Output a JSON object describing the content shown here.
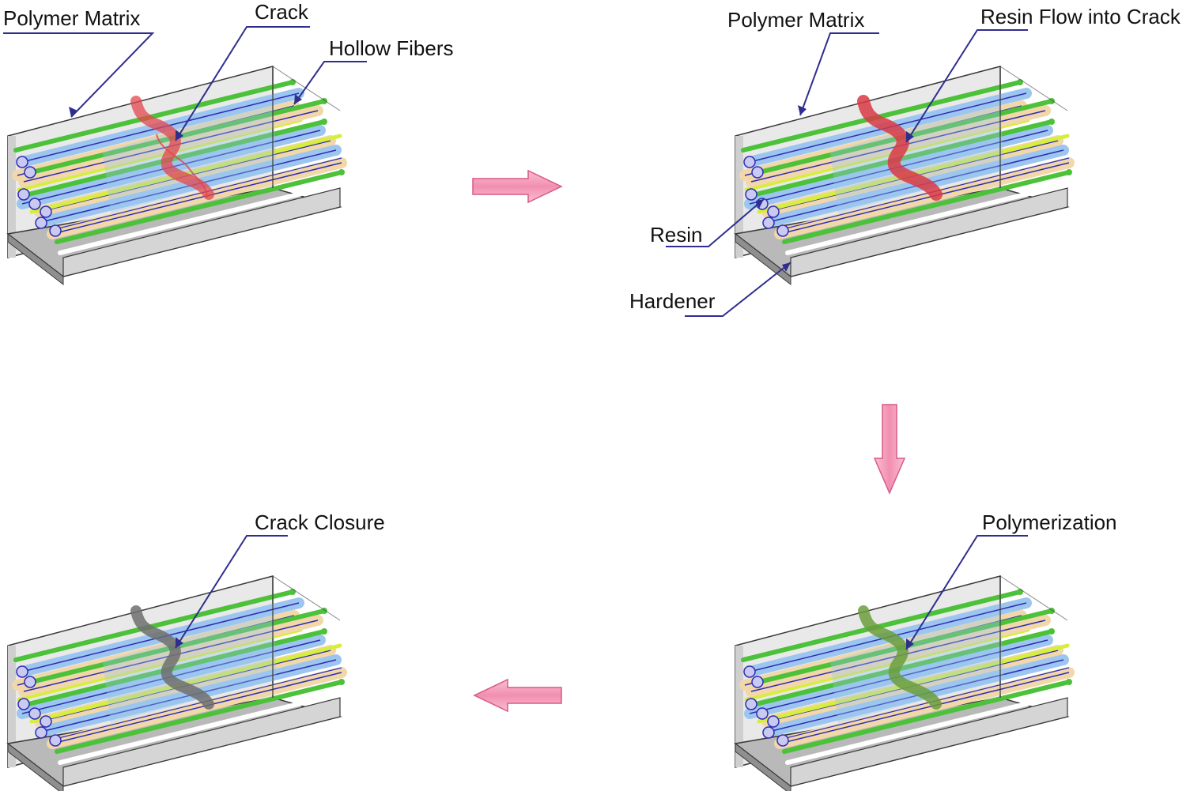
{
  "colors": {
    "matrix_face": "#e3e3e3",
    "matrix_side": "#9a9a9a",
    "matrix_edge": "#3a3a3a",
    "hollow_fiber_blue": "#9cc6ef",
    "hollow_fiber_tan": "#f2d7a9",
    "hollow_fiber_outline": "#2d2db3",
    "green_fiber": "#4cc13a",
    "yellow_fiber": "#d6ee3c",
    "crack_red": "#e2464e",
    "crack_resin": "#d83a44",
    "crack_polymerized": "#6b9e3c",
    "crack_closed": "#6f6f6f",
    "leader_line": "#2e2e8f",
    "arrow_fill": "#f29ab6",
    "arrow_edge": "#d9588a"
  },
  "panels": {
    "top_left": {
      "matrix_label": "Polymer Matrix",
      "crack_label": "Crack",
      "fibers_label": "Hollow Fibers"
    },
    "top_right": {
      "matrix_label": "Polymer Matrix",
      "flow_label": "Resin Flow into Crack",
      "resin_label": "Resin",
      "hardener_label": "Hardener"
    },
    "bottom_right": {
      "polymerization_label": "Polymerization"
    },
    "bottom_left": {
      "closure_label": "Crack Closure"
    }
  },
  "arrows": [
    {
      "id": "step-1-arrow",
      "direction": "right"
    },
    {
      "id": "step-2-arrow",
      "direction": "down"
    },
    {
      "id": "step-3-arrow",
      "direction": "left"
    }
  ]
}
